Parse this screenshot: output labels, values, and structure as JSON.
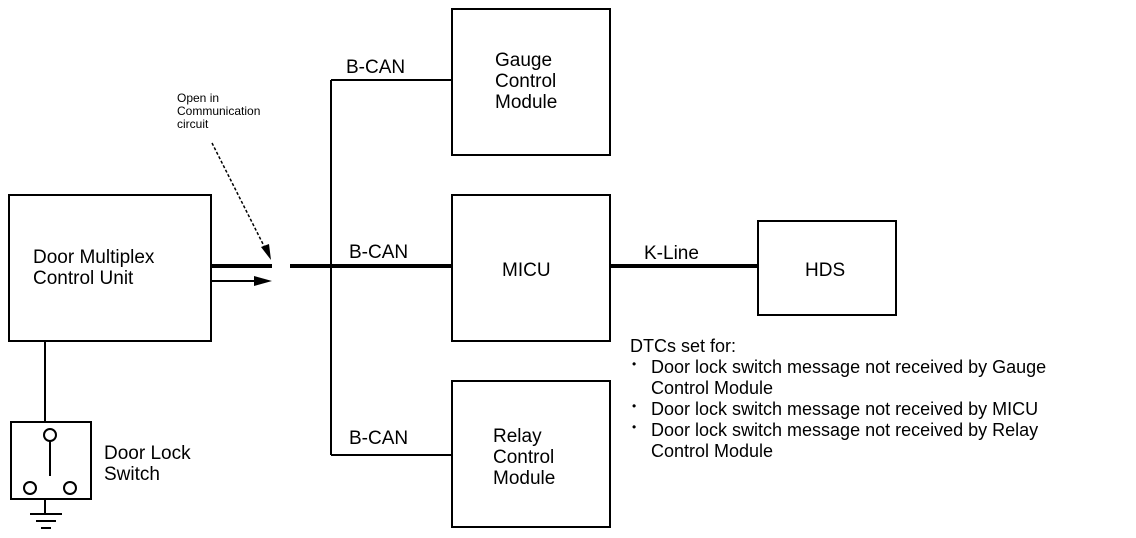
{
  "nodes": {
    "door_mux": [
      "Door Multiplex",
      "Control Unit"
    ],
    "door_lock_switch": [
      "Door Lock",
      "Switch"
    ],
    "gauge": [
      "Gauge",
      "Control",
      "Module"
    ],
    "micu": "MICU",
    "relay": [
      "Relay",
      "Control",
      "Module"
    ],
    "hds": "HDS"
  },
  "connections": {
    "b_can_top": "B-CAN",
    "b_can_middle": "B-CAN",
    "b_can_bottom": "B-CAN",
    "k_line": "K-Line"
  },
  "annotation": [
    "Open in",
    "Communication",
    "circuit"
  ],
  "dtc": {
    "title": "DTCs set for:",
    "items": [
      [
        "Door lock switch message not received by Gauge",
        "Control Module"
      ],
      [
        "Door lock switch message not received by MICU"
      ],
      [
        "Door lock switch message not received by Relay",
        "Control Module"
      ]
    ]
  }
}
